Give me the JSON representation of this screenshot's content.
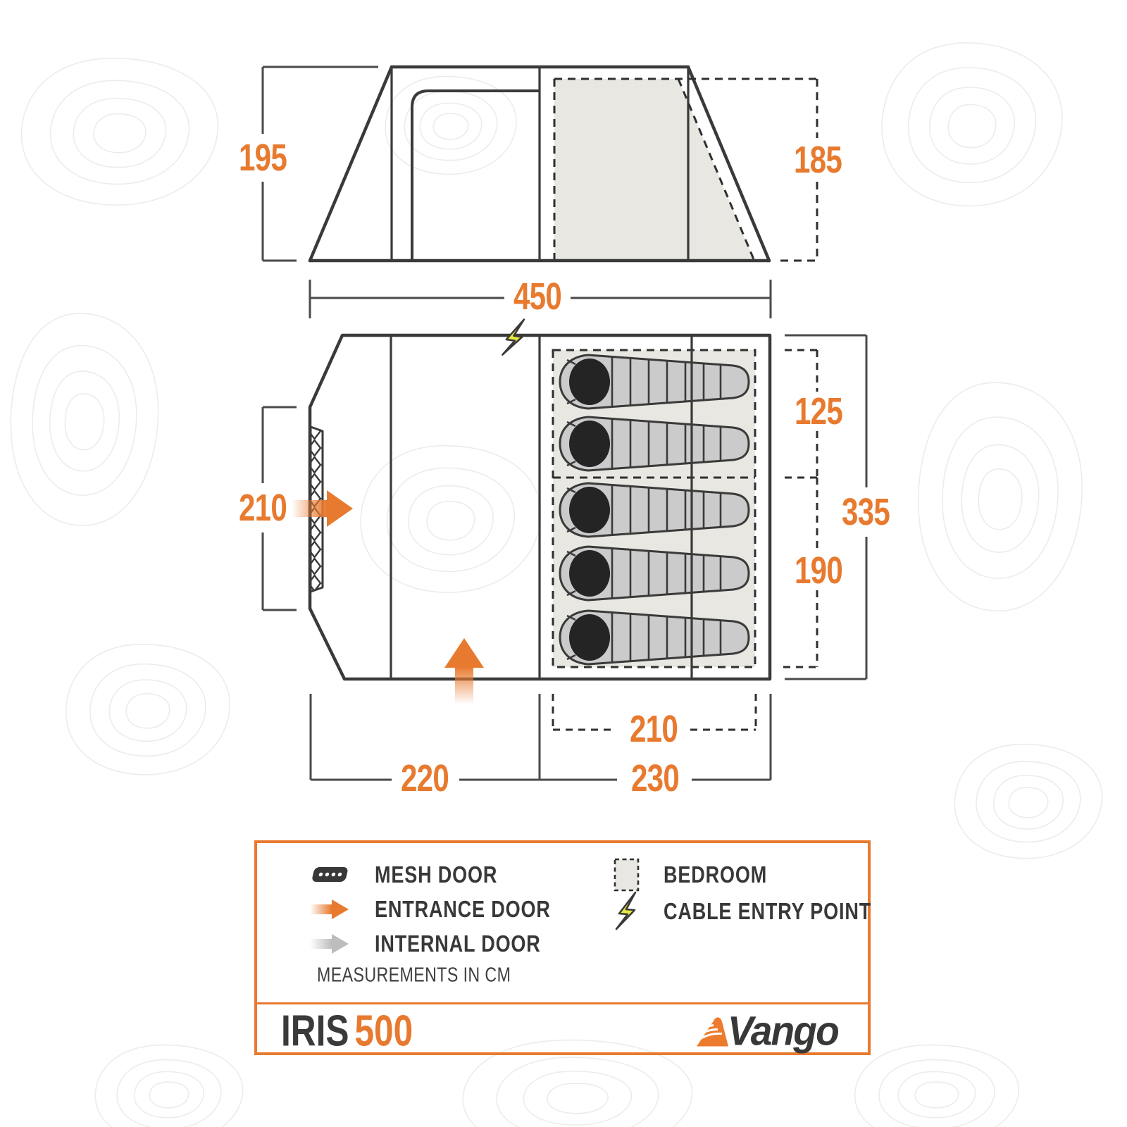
{
  "colors": {
    "accent_orange": "#E87A2F",
    "line_dark": "#3A3A3A",
    "dash_dark": "#2F2F2F",
    "dimension_line": "#4A4A4A",
    "bedroom_fill": "#E9E7E1",
    "sleeping_bag_fill": "#CBCBCB",
    "sleeping_bag_head": "#242424",
    "bolt_yellow": "#E7E93F",
    "topo_line": "#ECECEA"
  },
  "side_view": {
    "height_front": "195",
    "height_rear": "185"
  },
  "floor_plan": {
    "width_total": "450",
    "side_door_height": "210",
    "bedroom_front_depth": "125",
    "depth_total": "335",
    "bedroom_rear_depth": "190",
    "bedroom_width": "210",
    "living_length": "220",
    "bedroom_length": "230",
    "sleeping_bag_count": 5
  },
  "legend": {
    "left": [
      {
        "icon": "mesh-door-icon",
        "label": "MESH DOOR"
      },
      {
        "icon": "entrance-door-icon",
        "label": "ENTRANCE DOOR"
      },
      {
        "icon": "internal-door-icon",
        "label": "INTERNAL DOOR"
      }
    ],
    "right": [
      {
        "icon": "bedroom-icon",
        "label": "BEDROOM"
      },
      {
        "icon": "cable-entry-icon",
        "label": "CABLE ENTRY POINT"
      }
    ],
    "note": "MEASUREMENTS IN CM"
  },
  "footer": {
    "model": "IRIS",
    "series": "500",
    "brand": "Vango"
  }
}
